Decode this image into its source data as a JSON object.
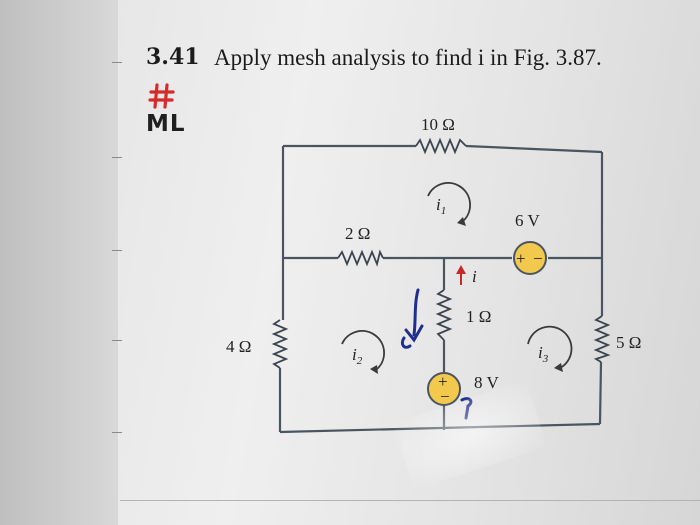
{
  "problem": {
    "number": "3.41",
    "statement": "Apply mesh analysis to find i in Fig. 3.87.",
    "badge_label": "ML"
  },
  "circuit": {
    "top_resistor": "10 Ω",
    "middle_left_resistor": "2 Ω",
    "left_resistor": "4 Ω",
    "center_resistor": "1 Ω",
    "right_resistor": "5 Ω",
    "top_source": "6 V",
    "bottom_source": "8 V",
    "mesh_current_1": "i",
    "mesh_current_1_sub": "1",
    "mesh_current_2": "i",
    "mesh_current_2_sub": "2",
    "mesh_current_3": "i",
    "mesh_current_3_sub": "3",
    "branch_current": "i",
    "source_plus": "+",
    "source_minus": "−"
  },
  "colors": {
    "wire": "#4a5560",
    "source_fill": "#f2c94c",
    "hash_red": "#d62b2b",
    "handwriting_blue": "#1f2f8f"
  }
}
